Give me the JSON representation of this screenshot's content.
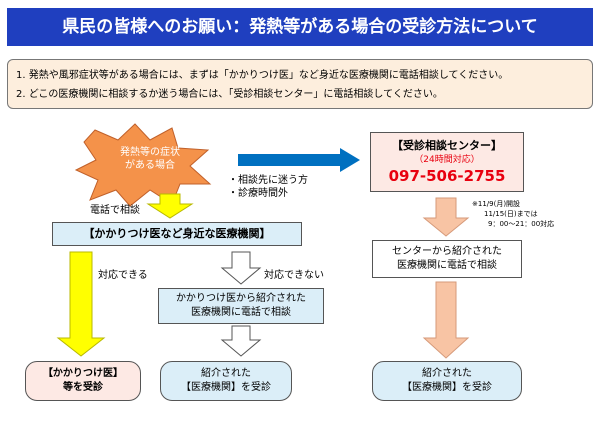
{
  "banner": {
    "title": "県民の皆様へのお願い：発熱等がある場合の受診方法について"
  },
  "notes": {
    "line1": "1. 発熱や風邪症状等がある場合には、まずは「かかりつけ医」など身近な医療機関に電話相談してください。",
    "line2": "2. どこの医療機関に相談するか迷う場合には、「受診相談センター」に電話相談してください。"
  },
  "start": {
    "line1": "発熱等の症状",
    "line2": "がある場合"
  },
  "labels": {
    "phone_consult": "電話で相談",
    "unsure_1": "・相談先に迷う方",
    "unsure_2": "・診療時間外",
    "can_handle": "対応できる",
    "cannot_handle": "対応できない"
  },
  "family_doctor_box": {
    "text": "【かかりつけ医など身近な医療機関】"
  },
  "referral_box": {
    "line1": "かかりつけ医から紹介された",
    "line2": "医療機関に電話で相談"
  },
  "result_family": {
    "line1": "【かかりつけ医】",
    "line2": "等を受診"
  },
  "result_referred_left": {
    "line1": "紹介された",
    "line2": "【医療機関】を受診"
  },
  "center_box": {
    "title": "【受診相談センター】",
    "hours": "（24時間対応）",
    "phone": "097-506-2755"
  },
  "center_note": {
    "line1": "※11/9(月)開設",
    "line2": "11/15(日)までは",
    "line3": "9：00～21：00対応"
  },
  "center_referral_box": {
    "line1": "センターから紹介された",
    "line2": "医療機関に電話で相談"
  },
  "result_referred_right": {
    "line1": "紹介された",
    "line2": "【医療機関】を受診"
  },
  "colors": {
    "banner": "#1f3fbf",
    "start_burst": "#f4924a",
    "yellow_arrow": "#ffff00",
    "blue_arrow": "#0070c0",
    "peach_arrow": "#f8c4a4",
    "light_blue_box": "#dbeef8",
    "pink_box": "#fde9e4",
    "phone_red": "#e8000f"
  }
}
